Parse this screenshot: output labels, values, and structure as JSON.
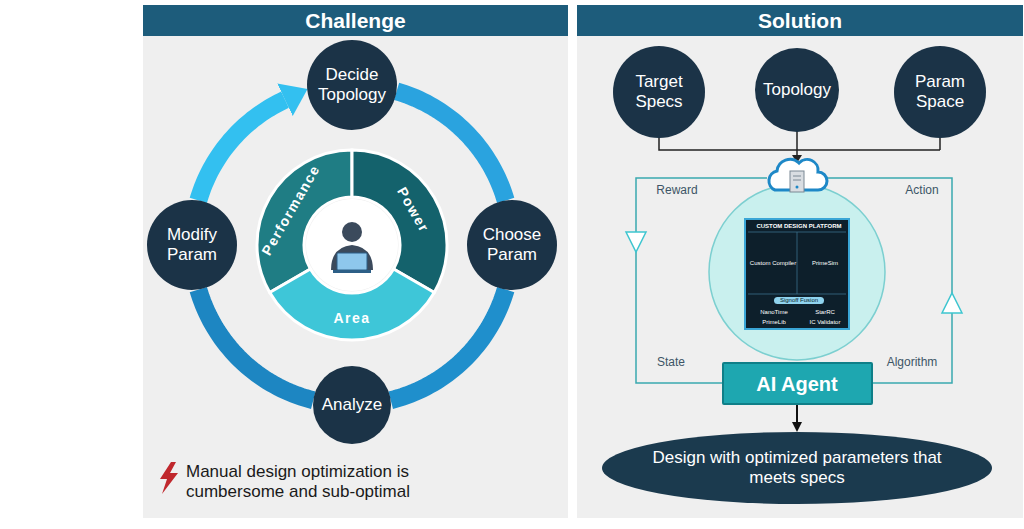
{
  "diagram": {
    "nodes": [
      {
        "text": [
          "Challenge"
        ]
      },
      {
        "text": [
          "Decide Topology"
        ],
        "in": 0
      },
      {
        "text": [
          "Choose Param"
        ],
        "in": 0
      },
      {
        "text": [
          "Analyze"
        ],
        "in": 0
      },
      {
        "text": [
          "Modify Param"
        ],
        "in": 0
      },
      {
        "text": [
          "Solution"
        ]
      },
      {
        "text": [
          "Target Specs"
        ],
        "in": 5
      },
      {
        "text": [
          "Topology"
        ],
        "in": 5
      },
      {
        "text": [
          "Param Space"
        ],
        "in": 5
      },
      {
        "text": [
          "CUSTOM DESIGN PLATFORM",
          "Custom Compiler",
          "PrimeSim",
          "Signoff Fusion",
          "NanoTime",
          "StarRC",
          "PrimeLib",
          "IC Validator"
        ],
        "in": 5
      },
      {
        "text": [
          "AI Agent"
        ],
        "in": 5
      },
      {
        "text": [
          "Design with optimized parameters that meets specs"
        ],
        "in": 5
      }
    ],
    "edges": [
      {
        "from": 1,
        "to": 2,
        "arrow": "none"
      },
      {
        "from": 2,
        "to": 3,
        "arrow": "none"
      },
      {
        "from": 3,
        "to": 4,
        "arrow": "none"
      },
      {
        "from": 4,
        "to": 1,
        "arrow": "to"
      },
      {
        "from": 10,
        "to": 11,
        "arrow": "to"
      }
    ],
    "labels": [
      "Performance",
      "Power",
      "Area",
      "Manual design optimization is cumbersome and sub-optimal",
      "Reward",
      "Action",
      "State",
      "Algorithm"
    ]
  }
}
